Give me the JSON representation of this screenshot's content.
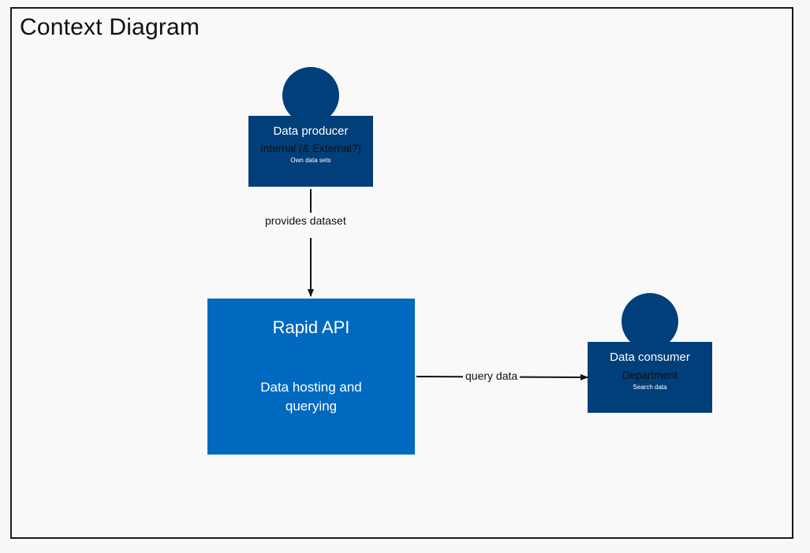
{
  "title": "Context Diagram",
  "nodes": {
    "producer": {
      "name": "Data producer",
      "type": "Internal (& External?)",
      "description": "Own data sets"
    },
    "system": {
      "name": "Rapid API",
      "description": "Data hosting and querying"
    },
    "consumer": {
      "name": "Data consumer",
      "type": "Department",
      "description": "Search data"
    }
  },
  "edges": {
    "producer_to_system": "provides dataset",
    "system_to_consumer": "query data"
  },
  "colors": {
    "person": "#003f7a",
    "system": "#0069c0",
    "border": "#1a1a1a",
    "background": "#f9f9f9"
  }
}
